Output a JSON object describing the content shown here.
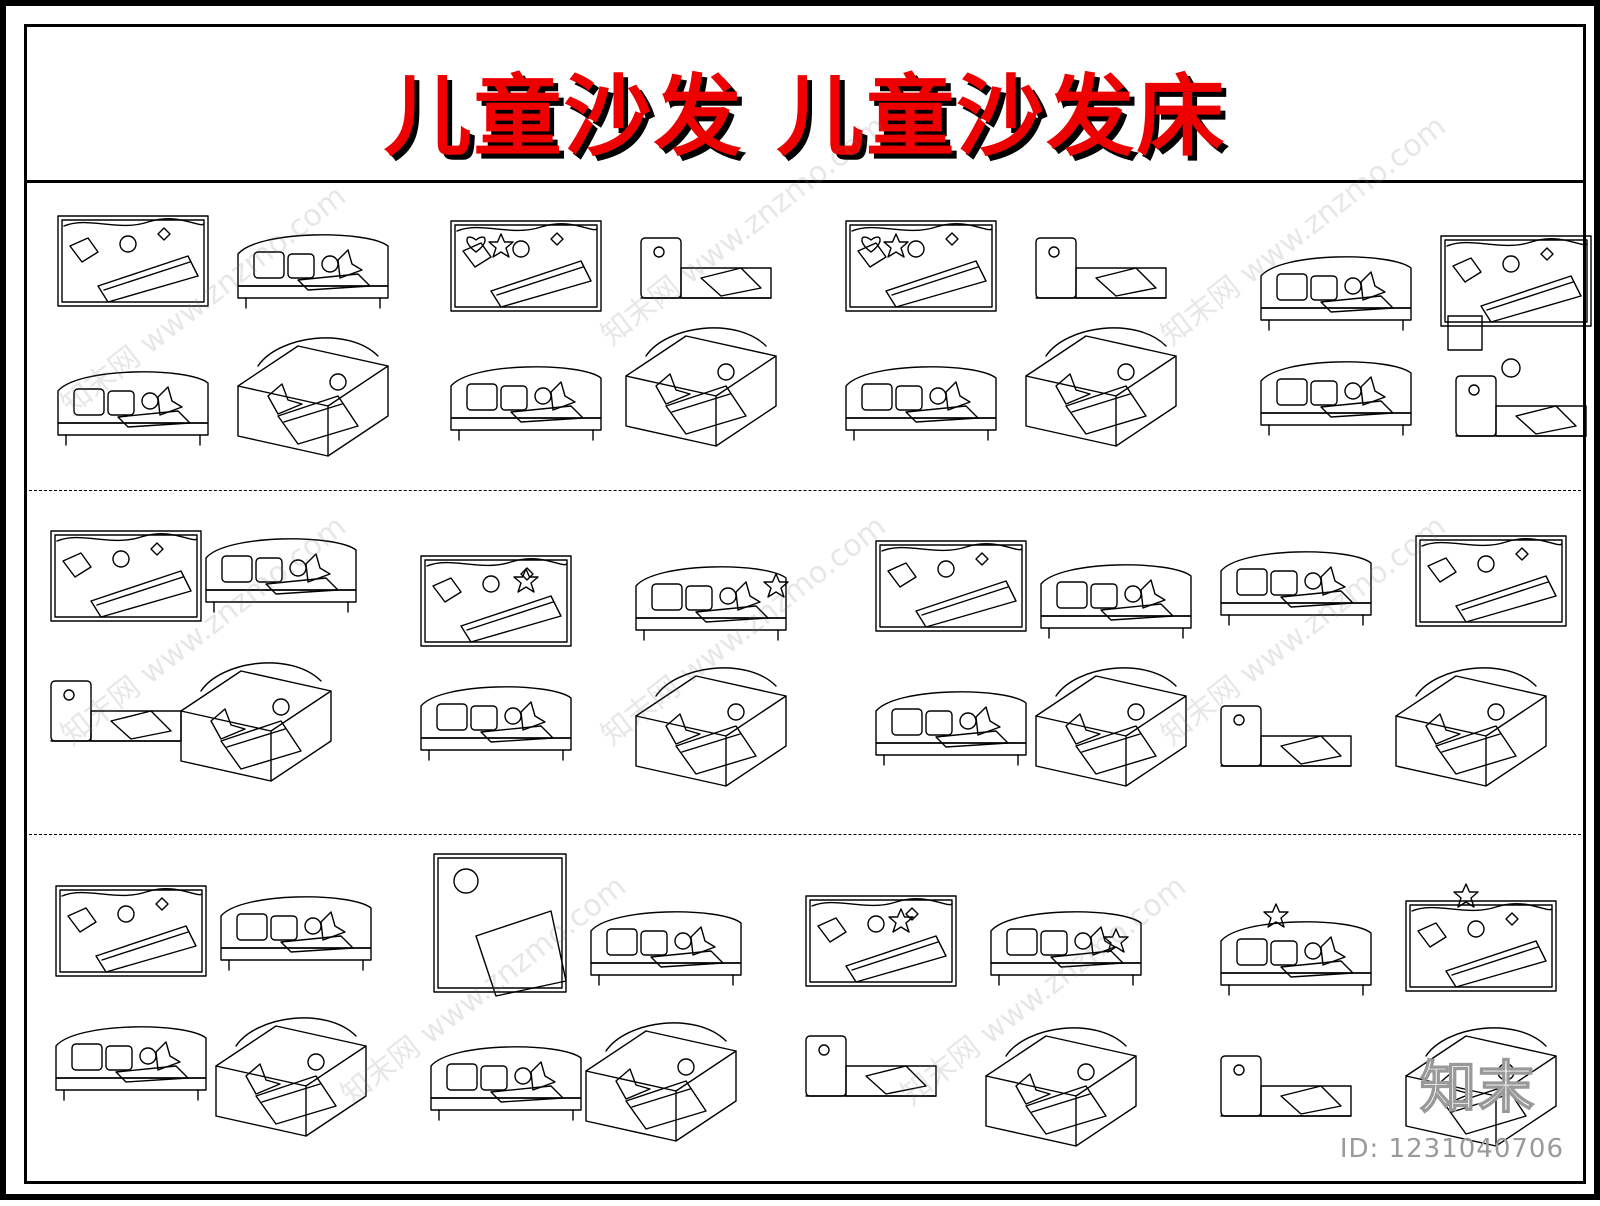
{
  "title": "儿童沙发 儿童沙发床",
  "watermark_text": "知末网 www.znzmo.com",
  "logo_text": "知末",
  "id_label": "ID: 1231040706",
  "colors": {
    "title": "#ee0000",
    "title_shadow": "#000000",
    "line": "#000000",
    "watermark": "#bbbbbb"
  },
  "rows": [
    {
      "name": "row-1",
      "groups": 4
    },
    {
      "name": "row-2",
      "groups": 4
    },
    {
      "name": "row-3",
      "groups": 4
    }
  ]
}
